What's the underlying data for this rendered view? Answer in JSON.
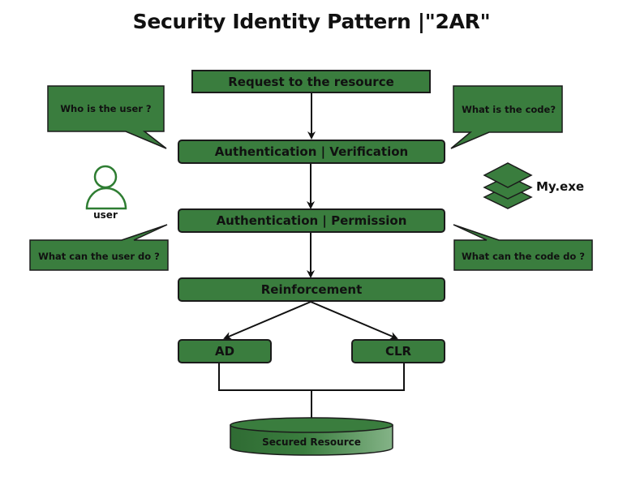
{
  "title": "Security Identity Pattern |\"2AR\"",
  "colors": {
    "node_fill": "#3a7d3e",
    "node_border": "#1b1b1b",
    "icon_stroke": "#2e7d32",
    "connector": "#111111"
  },
  "flow": {
    "request": "Request to the resource",
    "verification": "Authentication | Verification",
    "permission": "Authentication | Permission",
    "reinforcement": "Reinforcement",
    "ad": "AD",
    "clr": "CLR",
    "secured_resource": "Secured Resource"
  },
  "callouts": {
    "who_is_user": "Who is the user ?",
    "what_is_code": "What is the code?",
    "what_can_user_do": "What can the user do ?",
    "what_can_code_do": "What can the code do ?"
  },
  "icons": {
    "user_icon": "user-icon",
    "user_label": "user",
    "layers_icon": "layers-icon",
    "layers_label": "My.exe"
  }
}
